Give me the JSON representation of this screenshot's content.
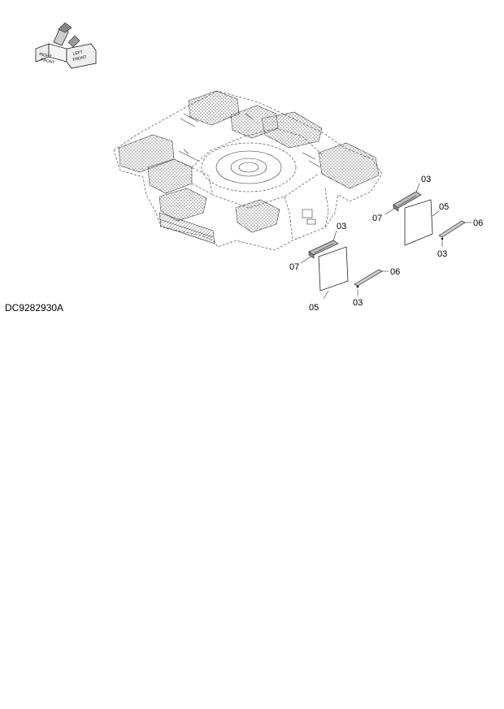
{
  "drawing_code": "DC9282930A",
  "orientation_icon": {
    "left_text": [
      "RIGHT",
      "FRONT"
    ],
    "right_text": [
      "LEFT",
      "FRONT"
    ]
  },
  "callouts": {
    "a_03_top": "03",
    "a_07": "07",
    "a_05": "05",
    "a_06": "06",
    "a_03_bottom": "03",
    "b_03_top": "03",
    "b_07": "07",
    "b_05": "05",
    "b_06": "06",
    "b_03_bottom": "03"
  }
}
